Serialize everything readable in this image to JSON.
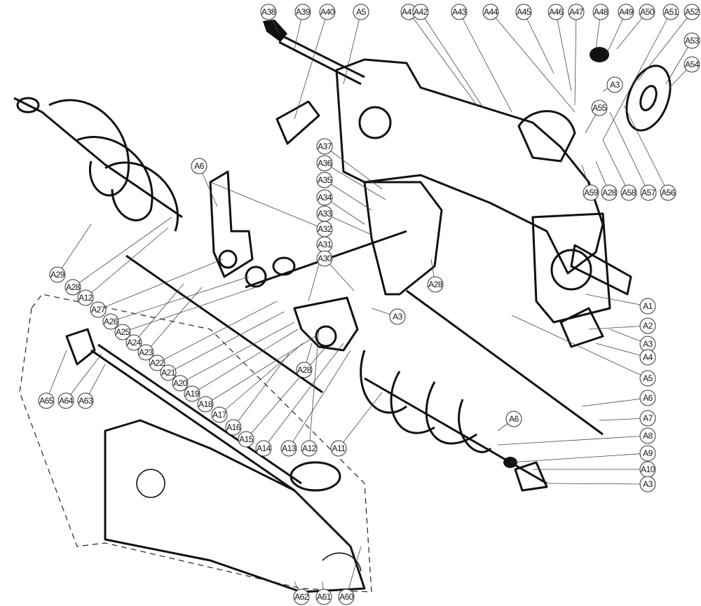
{
  "diagram": {
    "type": "exploded-parts-diagram",
    "labels": [
      "A38",
      "A39",
      "A40",
      "A5",
      "A41",
      "A42",
      "A43",
      "A44",
      "A45",
      "A46",
      "A47",
      "A48",
      "A49",
      "A50",
      "A51",
      "A52",
      "A53",
      "A54",
      "A3",
      "A55",
      "A59",
      "A28",
      "A58",
      "A57",
      "A56",
      "A1",
      "A2",
      "A3",
      "A4",
      "A5",
      "A6",
      "A7",
      "A8",
      "A9",
      "A10",
      "A3",
      "A37",
      "A36",
      "A35",
      "A34",
      "A33",
      "A32",
      "A31",
      "A30",
      "A6",
      "A29",
      "A28",
      "A12",
      "A27",
      "A26",
      "A25",
      "A24",
      "A23",
      "A22",
      "A21",
      "A20",
      "A19",
      "A18",
      "A17",
      "A16",
      "A15",
      "A14",
      "A13",
      "A12",
      "A11",
      "A28",
      "A28",
      "A3",
      "A6",
      "A65",
      "A64",
      "A63",
      "A62",
      "A61",
      "A60"
    ]
  }
}
